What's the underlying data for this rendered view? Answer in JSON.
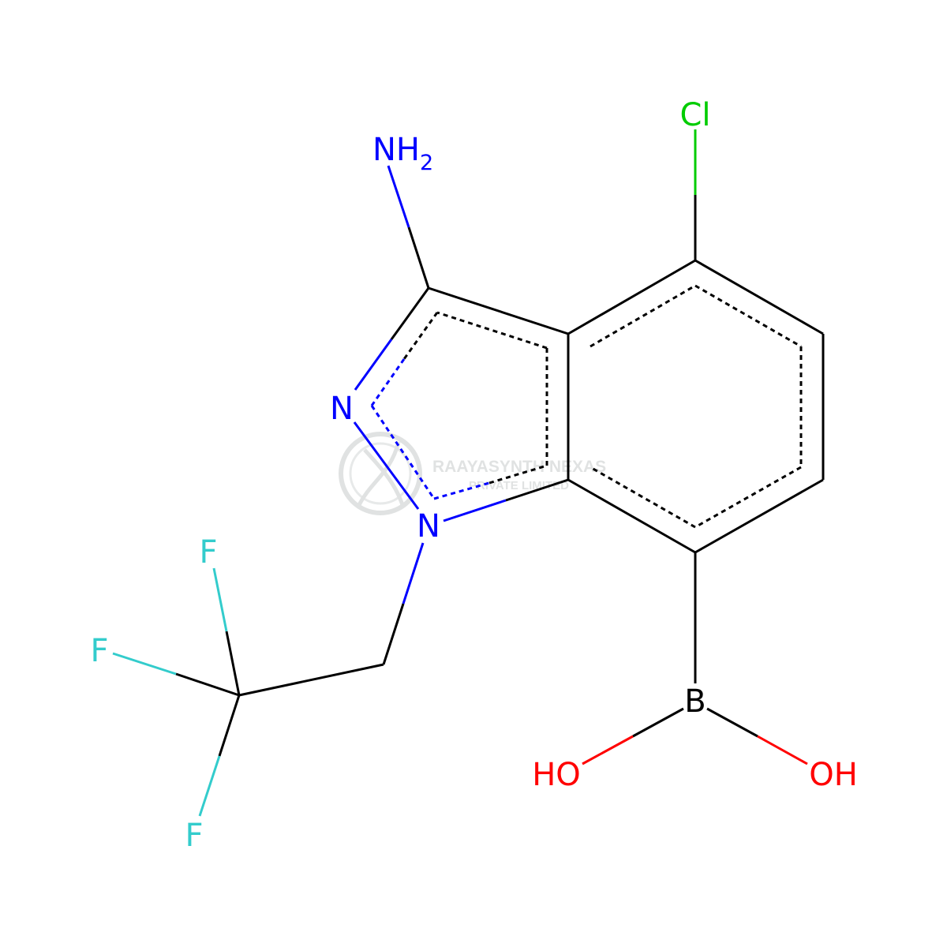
{
  "molecule": {
    "atoms": {
      "cl": "Cl",
      "nh2_main": "NH",
      "nh2_sub": "2",
      "n_ring_upper": "N",
      "n_ring_lower": "N",
      "f_top": "F",
      "f_left": "F",
      "f_bottom": "F",
      "boron": "B",
      "oh_left": "HO",
      "oh_right": "OH"
    }
  },
  "watermark": {
    "line1": "RAAYASYNTH NEXAS",
    "line2": "PRIVATE LIMITED"
  },
  "colors": {
    "carbon_bond": "#000000",
    "nitrogen": "#0000FF",
    "chlorine": "#00CC00",
    "fluorine": "#33CCCC",
    "oxygen": "#FF0000",
    "boron": "#000000",
    "watermark": "#c8cccc"
  }
}
